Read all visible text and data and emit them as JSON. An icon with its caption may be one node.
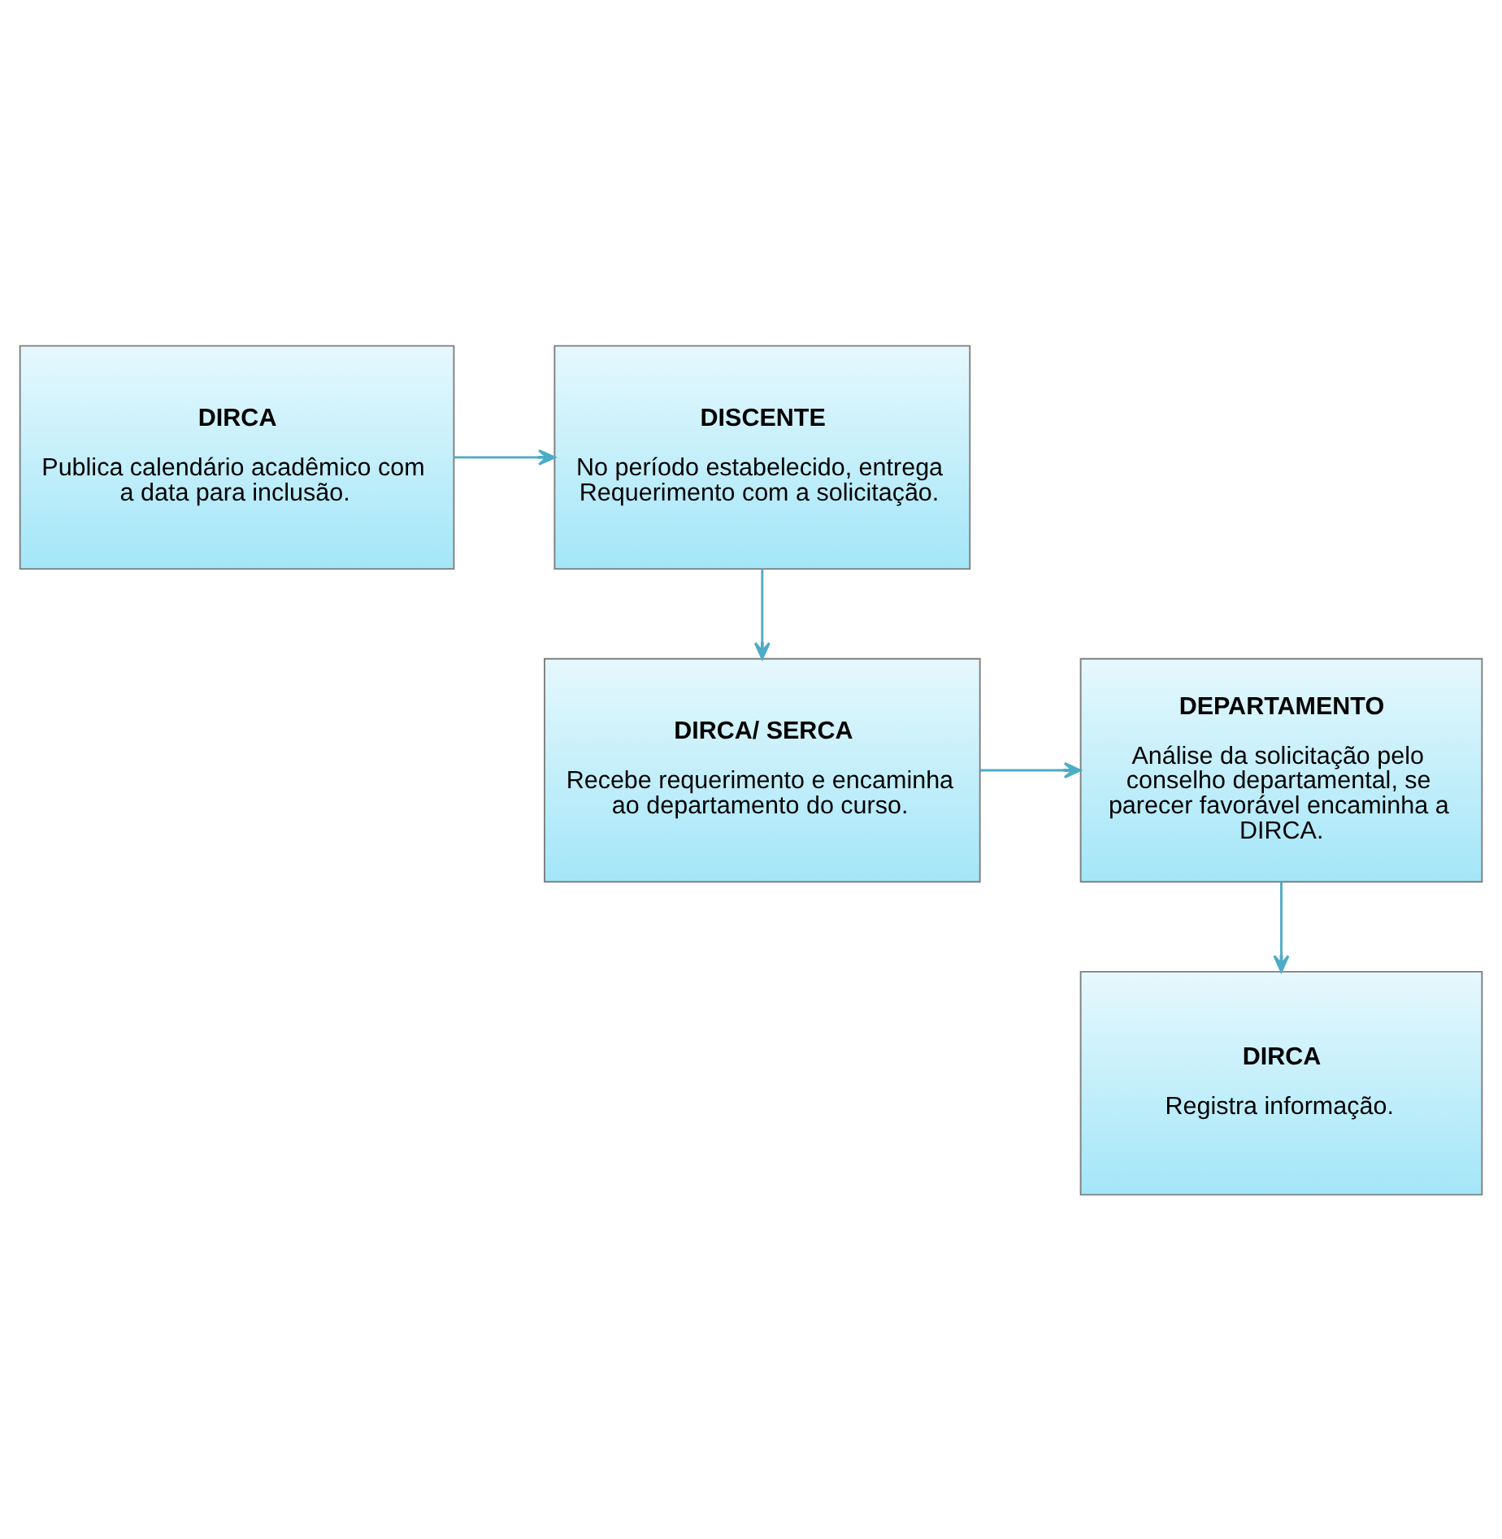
{
  "diagram": {
    "nodes": [
      {
        "text": [
          "DIRCA",
          "Publica calendário acadêmico com a data para inclusão."
        ]
      },
      {
        "text": [
          "DISCENTE",
          "No período estabelecido, entrega Requerimento com a solicitação."
        ]
      },
      {
        "text": [
          "DIRCA/ SERCA",
          "Recebe requerimento e encaminha ao departamento do curso."
        ]
      },
      {
        "text": [
          "DEPARTAMENTO",
          "Análise da solicitação pelo conselho departamental, se parecer favorável encaminha a DIRCA."
        ]
      },
      {
        "text": [
          "DIRCA",
          "Registra informação."
        ]
      }
    ],
    "edges": [
      {
        "from": 0,
        "to": 1,
        "arrow": "to"
      },
      {
        "from": 1,
        "to": 2,
        "arrow": "to"
      },
      {
        "from": 2,
        "to": 3,
        "arrow": "to"
      },
      {
        "from": 3,
        "to": 4,
        "arrow": "to"
      }
    ]
  }
}
